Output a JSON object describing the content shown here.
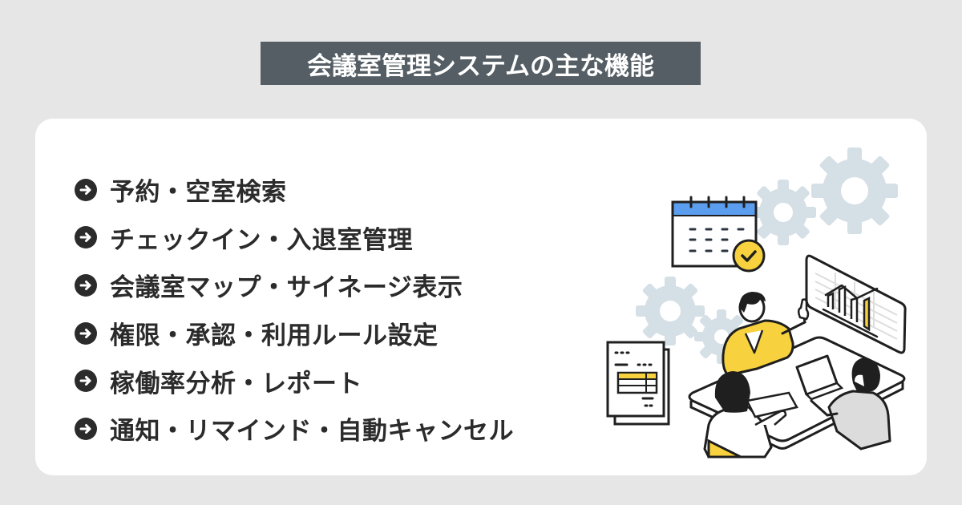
{
  "header": {
    "title": "会議室管理システムの主な機能"
  },
  "features": {
    "items": [
      {
        "label": "予約・空室検索",
        "icon": "arrow-right-circle-icon"
      },
      {
        "label": "チェックイン・入退室管理",
        "icon": "arrow-right-circle-icon"
      },
      {
        "label": "会議室マップ・サイネージ表示",
        "icon": "arrow-right-circle-icon"
      },
      {
        "label": "権限・承認・利用ルール設定",
        "icon": "arrow-right-circle-icon"
      },
      {
        "label": "稼働率分析・レポート",
        "icon": "arrow-right-circle-icon"
      },
      {
        "label": "通知・リマインド・自動キャンセル",
        "icon": "arrow-right-circle-icon"
      }
    ]
  },
  "illustration": {
    "elements": [
      "calendar-with-check",
      "gears",
      "document-with-table",
      "meeting-table-with-three-people",
      "bar-chart-screen"
    ]
  },
  "colors": {
    "background": "#e6e6e6",
    "title_bg": "#545e64",
    "card_bg": "#ffffff",
    "text": "#2b2b2b",
    "accent_yellow": "#f7d23e",
    "accent_blue": "#5b9ef0",
    "gear_gray": "#d5dfe6"
  }
}
